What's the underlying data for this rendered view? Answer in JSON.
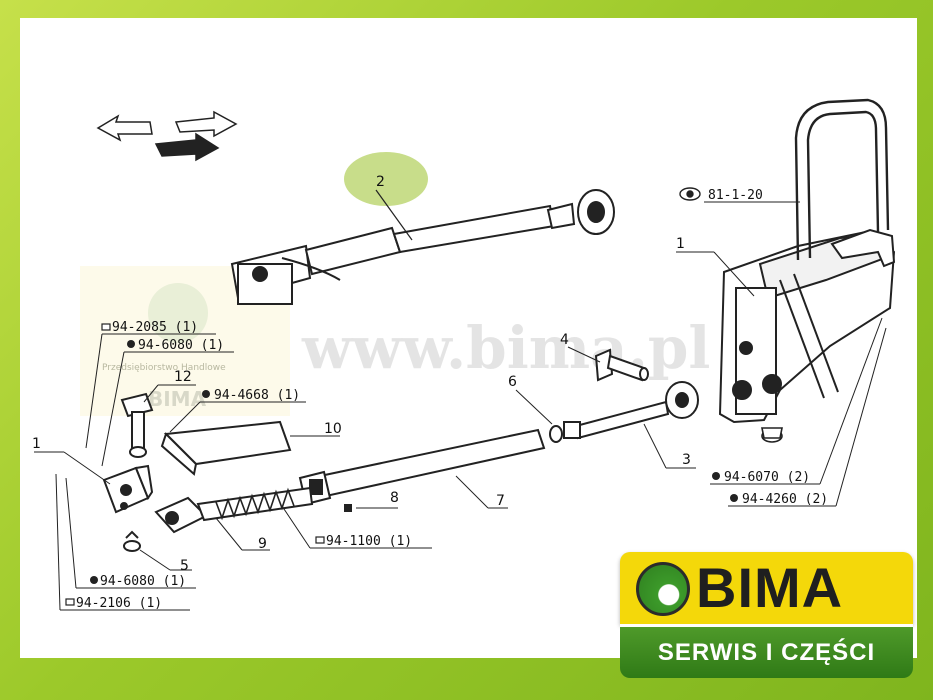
{
  "watermark": {
    "url": "www.bima.pl",
    "stamp_text": "Przedsiębiorstwo Handlowe",
    "stamp_brand": "BIMA"
  },
  "parts": {
    "p1_left": "1",
    "p1_right": "1",
    "p2": "2",
    "p3": "3",
    "p4": "4",
    "p5": "5",
    "p6": "6",
    "p7": "7",
    "p8": "8",
    "p9": "9",
    "p10": "10",
    "p12": "12"
  },
  "codes": {
    "c_81_1_20": "81-1-20",
    "c_94_2085": "94-2085 (1)",
    "c_94_6080_top": "94-6080 (1)",
    "c_94_4668": "94-4668 (1)",
    "c_94_6070": "94-6070 (2)",
    "c_94_4260": "94-4260 (2)",
    "c_94_1100": "94-1100 (1)",
    "c_94_6080_bottom": "94-6080 (1)",
    "c_94_2106": "94-2106 (1)"
  },
  "logo": {
    "brand": "BIMA",
    "tagline": "SERWIS I CZĘŚCI"
  },
  "colors": {
    "frame_green": "#9cc92a",
    "highlight": "#c8dd8a",
    "logo_yellow": "#f4d80a",
    "logo_green": "#3c8a22"
  }
}
